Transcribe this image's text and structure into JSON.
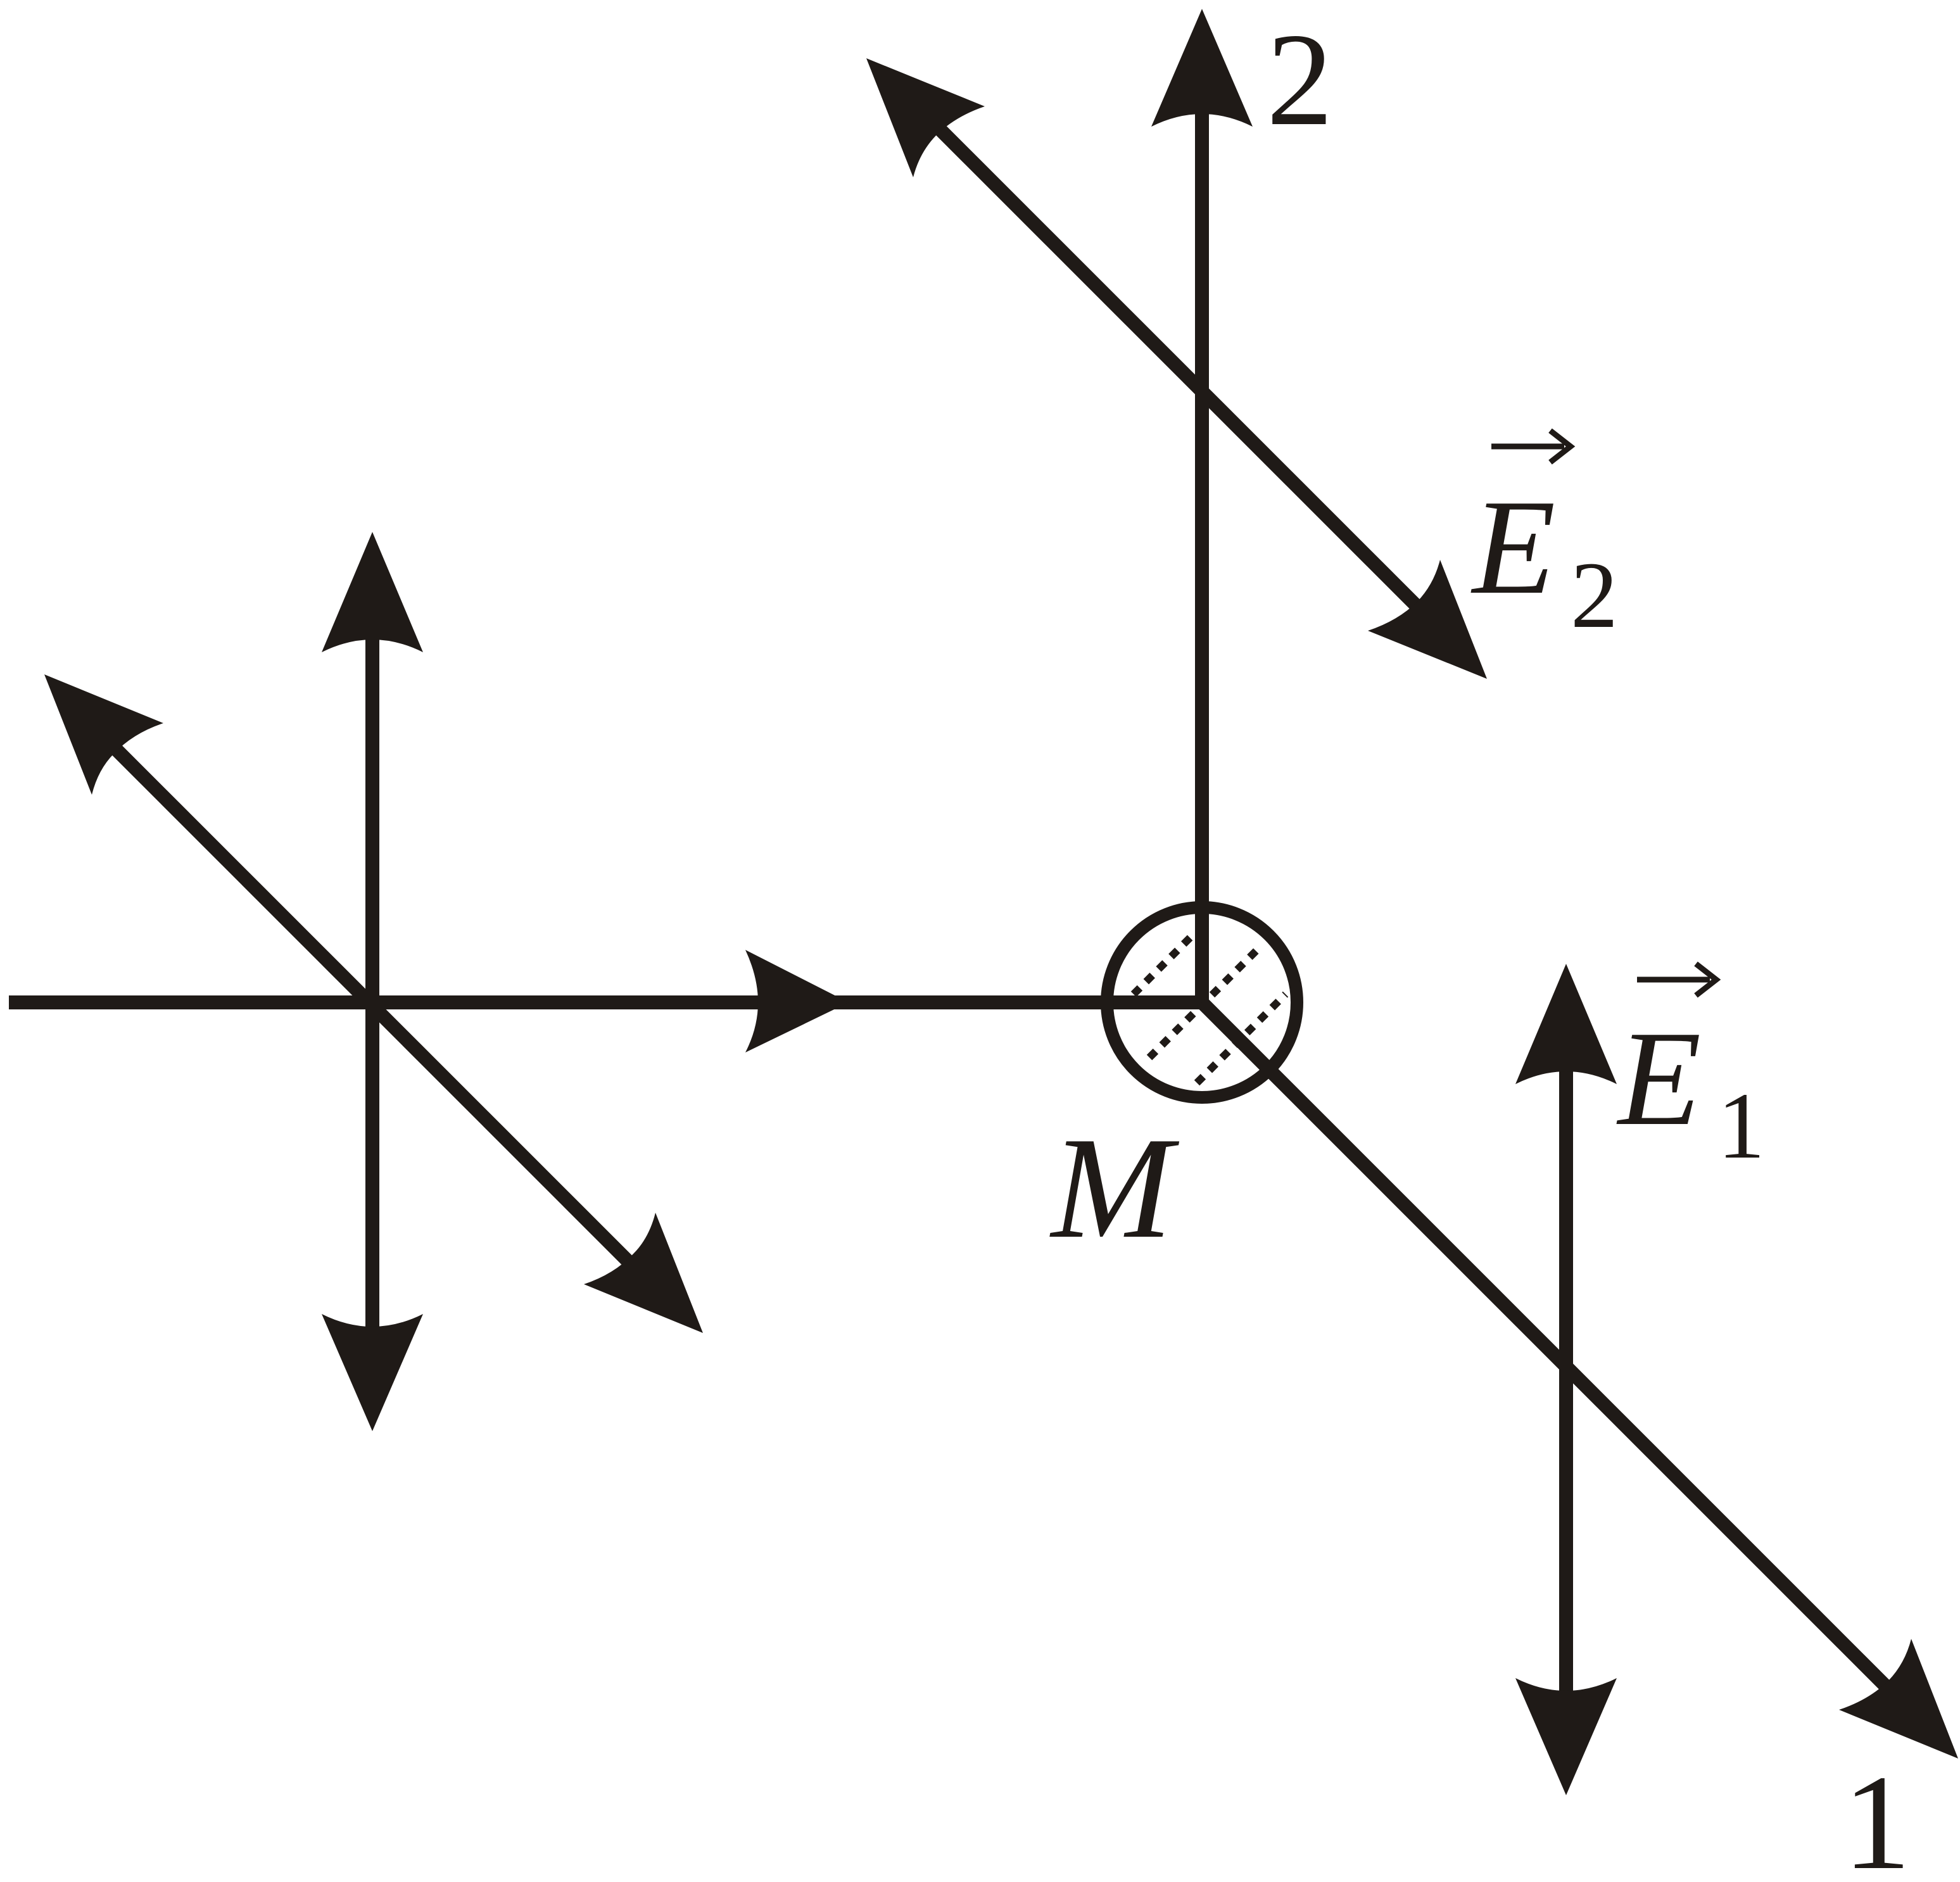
{
  "diagram": {
    "colors": {
      "ink": "#1f1a17",
      "background": "#ffffff"
    },
    "labels": {
      "beam_2": "2",
      "beam_1": "1",
      "point_m": "M",
      "e2_symbol": "E",
      "e2_subscript": "2",
      "e1_symbol": "E",
      "e1_subscript": "1"
    },
    "icons": {
      "vector_arrow": "right-arrow-over-symbol",
      "beam_splitter": "circle-with-diagonal"
    }
  }
}
